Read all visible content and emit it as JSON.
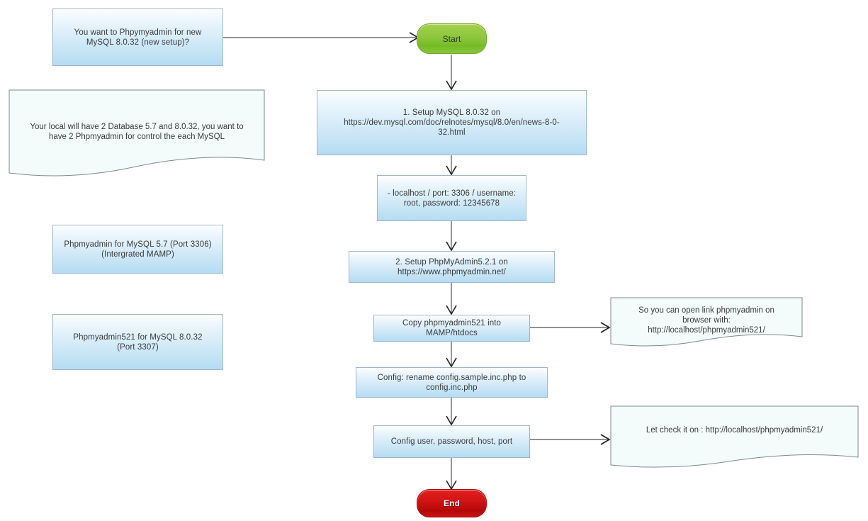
{
  "diagram": {
    "title": "PhpMyAdmin setup flowchart",
    "colors": {
      "box_border": "#9fb6c8",
      "box_fill_top": "#fdfeff",
      "box_fill_bottom": "#b4dcf3",
      "start_fill": "#8dc63f",
      "end_fill": "#d21414",
      "note_fill": "#f4fbfb",
      "note_border": "#7d8a8a",
      "connector": "#6d6d6d"
    },
    "nodes": {
      "intro_question": "You want to Phpymyadmin for new MySQL 8.0.32 (new setup)?",
      "note_local_db": "Your local will have 2 Database 5.7 and 8.0.32, you want to have 2 Phpmyadmin for control the each MySQL",
      "pma_57": "Phpmyadmin for MySQL 5.7 (Port 3306) (Intergrated MAMP)",
      "pma_521": "Phpmyadmin521 for MySQL 8.0.32 (Port 3307)",
      "start": "Start",
      "step1_setup_mysql": "1. Setup MySQL 8.0.32 on https://dev.mysql.com/doc/relnotes/mysql/8.0/en/news-8-0-32.html",
      "credentials": "- localhost / port: 3306 / username: root, password: 12345678",
      "step2_setup_pma": "2. Setup PhpMyAdmin5.2.1 on https://www.phpmyadmin.net/",
      "copy_into_htdocs": "Copy phpmyadmin521 into MAMP/htdocs",
      "note_open_link": "So you can open link phpmyadmin on browser with: http://localhost/phpmyadmin521/",
      "rename_config": "Config: rename config.sample.inc.php to config.inc.php",
      "config_user": "Config user, password, host, port",
      "note_check_it": "Let check it on : http://localhost/phpmyadmin521/",
      "end": "End"
    },
    "node_lines": {
      "intro_question": [
        "You want to Phpymyadmin for new",
        "MySQL 8.0.32 (new setup)?"
      ],
      "note_local_db": [
        "Your local will have 2 Database 5.7 and 8.0.32, you want to",
        "have 2 Phpmyadmin for control the each MySQL"
      ],
      "pma_57": [
        "Phpmyadmin for MySQL 5.7 (Port 3306)",
        "(Intergrated MAMP)"
      ],
      "pma_521": [
        "Phpmyadmin521 for MySQL 8.0.32",
        "(Port 3307)"
      ],
      "step1_setup_mysql": [
        "1. Setup MySQL 8.0.32 on",
        "https://dev.mysql.com/doc/relnotes/mysql/8.0/en/news-8-0-",
        "32.html"
      ],
      "credentials": [
        "- localhost / port: 3306 / username:",
        "root, password: 12345678"
      ],
      "step2_setup_pma": [
        "2. Setup PhpMyAdmin5.2.1 on",
        "https://www.phpmyadmin.net/"
      ],
      "copy_into_htdocs": [
        "Copy phpmyadmin521 into",
        "MAMP/htdocs"
      ],
      "note_open_link": [
        "So you can open link phpmyadmin on",
        "browser with:",
        "http://localhost/phpmyadmin521/"
      ],
      "rename_config": [
        "Config: rename config.sample.inc.php to",
        "config.inc.php"
      ],
      "config_user": [
        "Config user, password, host, port"
      ],
      "note_check_it": [
        "Let check it on : http://localhost/phpmyadmin521/"
      ]
    }
  }
}
